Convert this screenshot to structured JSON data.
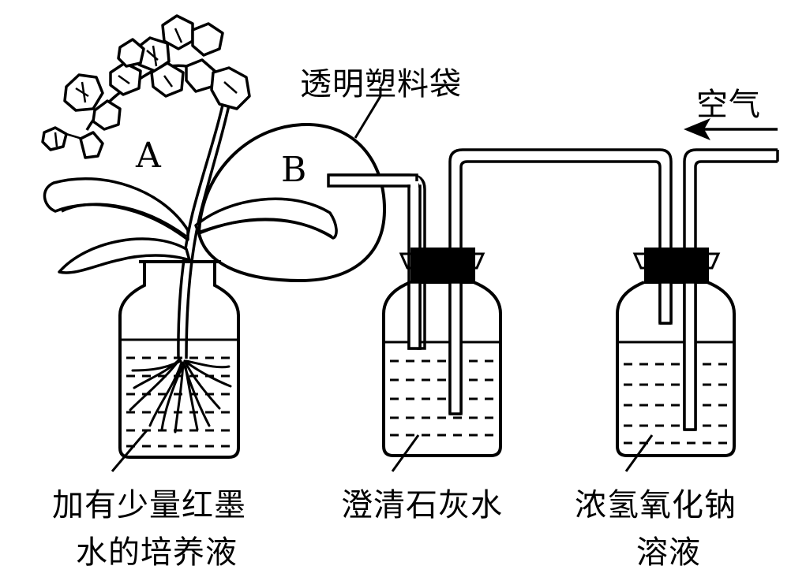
{
  "labels": {
    "plant_a": "A",
    "bag_b": "B",
    "bag": "透明塑料袋",
    "air": "空气",
    "culture_line1": "加有少量红墨",
    "culture_line2": "水的培养液",
    "limewater": "澄清石灰水",
    "naoh_line1": "浓氢氧化钠",
    "naoh_line2": "溶液"
  }
}
